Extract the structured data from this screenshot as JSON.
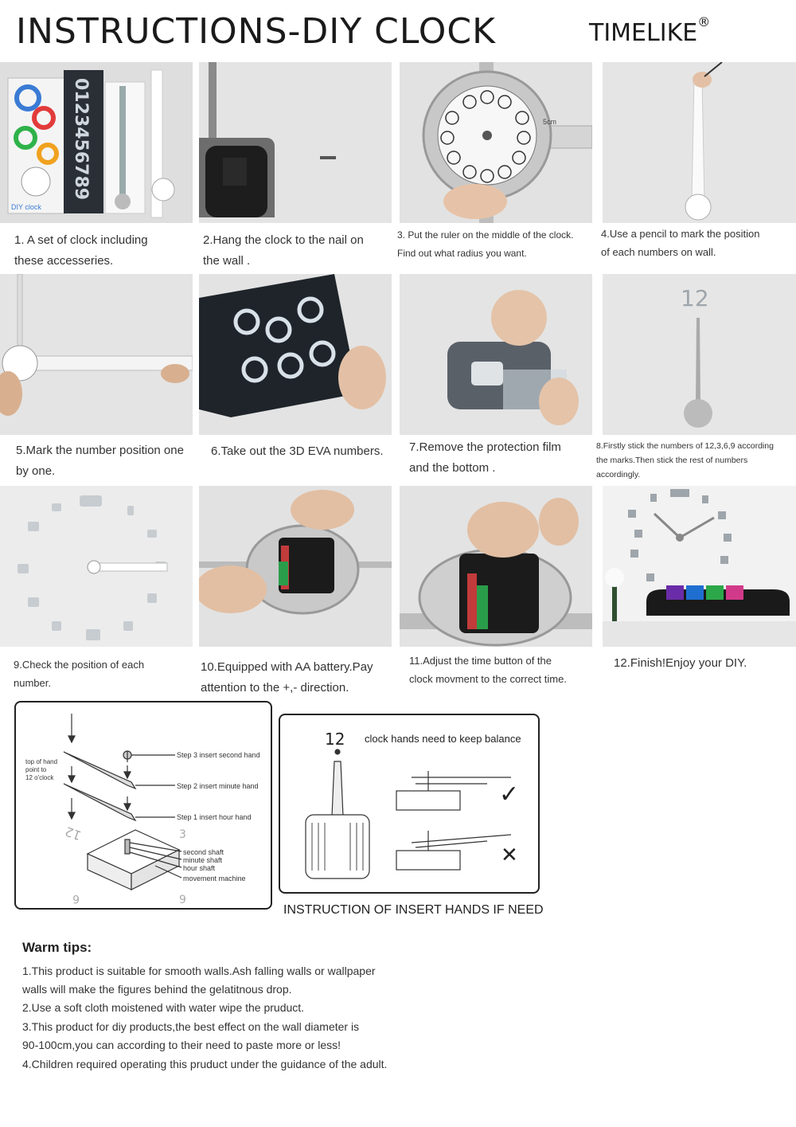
{
  "header": {
    "title": "INSTRUCTIONS-DIY CLOCK",
    "brand": "TIMELIKE",
    "brand_mark": "®"
  },
  "steps": [
    {
      "caption_line1": "1. A set of  clock including",
      "caption_line2": "these accesseries."
    },
    {
      "caption_line1": "2.Hang  the clock to the nail on",
      "caption_line2": "the wall ."
    },
    {
      "caption_line1": "3. Put the ruler on the middle of the clock.",
      "caption_line2": "Find out what radius you want."
    },
    {
      "caption_line1": "4.Use a pencil to mark the position",
      "caption_line2": "of each numbers on wall."
    },
    {
      "caption_line1": "5.Mark the number position one",
      "caption_line2": "by one."
    },
    {
      "caption_line1": "6.Take out the 3D EVA numbers.",
      "caption_line2": ""
    },
    {
      "caption_line1": "7.Remove the protection film",
      "caption_line2": "and the bottom ."
    },
    {
      "caption_line1": "8.Firstly stick the numbers of 12,3,6,9 according",
      "caption_line2": "the marks.Then stick the rest of numbers",
      "caption_line3": "accordingly."
    },
    {
      "caption_line1": "9.Check the position of each",
      "caption_line2": "number."
    },
    {
      "caption_line1": "10.Equipped with AA battery.Pay",
      "caption_line2": "attention to the +,- direction."
    },
    {
      "caption_line1": "11.Adjust the time button of the",
      "caption_line2": "clock movment to the correct time."
    },
    {
      "caption_line1": "12.Finish!Enjoy your DIY.",
      "caption_line2": ""
    }
  ],
  "photo_text": {
    "box_brand": "DIY clock",
    "box_numbers": "0123456789",
    "twelve": "12",
    "ruler_mark": "5cm"
  },
  "diagram_left": {
    "step3": "Step 3   insert second hand",
    "step2": "Step 2   insert minute hand",
    "step1": "Step 1   insert hour hand",
    "top_note_1": "top of hand",
    "top_note_2": "point to",
    "top_note_3": "12 o'clock",
    "shaft_1": "second shaft",
    "shaft_2": "minute shaft",
    "shaft_3": "hour shaft",
    "shaft_4": "movement machine"
  },
  "diagram_right": {
    "twelve": "12",
    "balance": "clock hands need to keep balance",
    "check": "✓",
    "cross": "✕"
  },
  "insert_caption": "INSTRUCTION  OF INSERT HANDS IF NEED",
  "tips": {
    "title": "Warm tips:",
    "lines": [
      "1.This product is suitable for smooth walls.Ash falling walls or wallpaper",
      "walls will make the figures behind the gelatitnous drop.",
      "2.Use a soft cloth moistened with water wipe the pruduct.",
      "3.This product for diy products,the best effect on the wall diameter is",
      "90-100cm,you can according to their need to paste more or less!",
      "4.Children required operating this pruduct under the guidance of the adult."
    ]
  }
}
